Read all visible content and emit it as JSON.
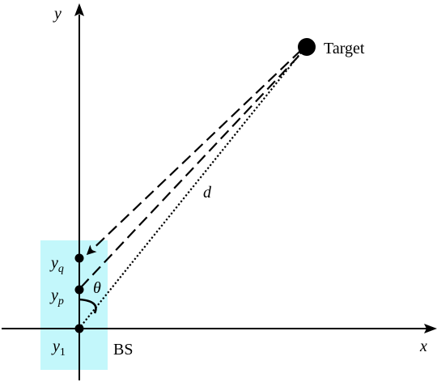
{
  "axes": {
    "x_label": "x",
    "y_label": "y"
  },
  "points": {
    "target_label": "Target",
    "bs_label": "BS",
    "y1_base": "y",
    "y1_sub": "1",
    "yp_base": "y",
    "yp_sub": "p",
    "yq_base": "y",
    "yq_sub": "q"
  },
  "annotations": {
    "distance_label": "d",
    "angle_label": "θ"
  },
  "colors": {
    "antenna_region": "#c3f7fb",
    "ink": "#000000"
  }
}
